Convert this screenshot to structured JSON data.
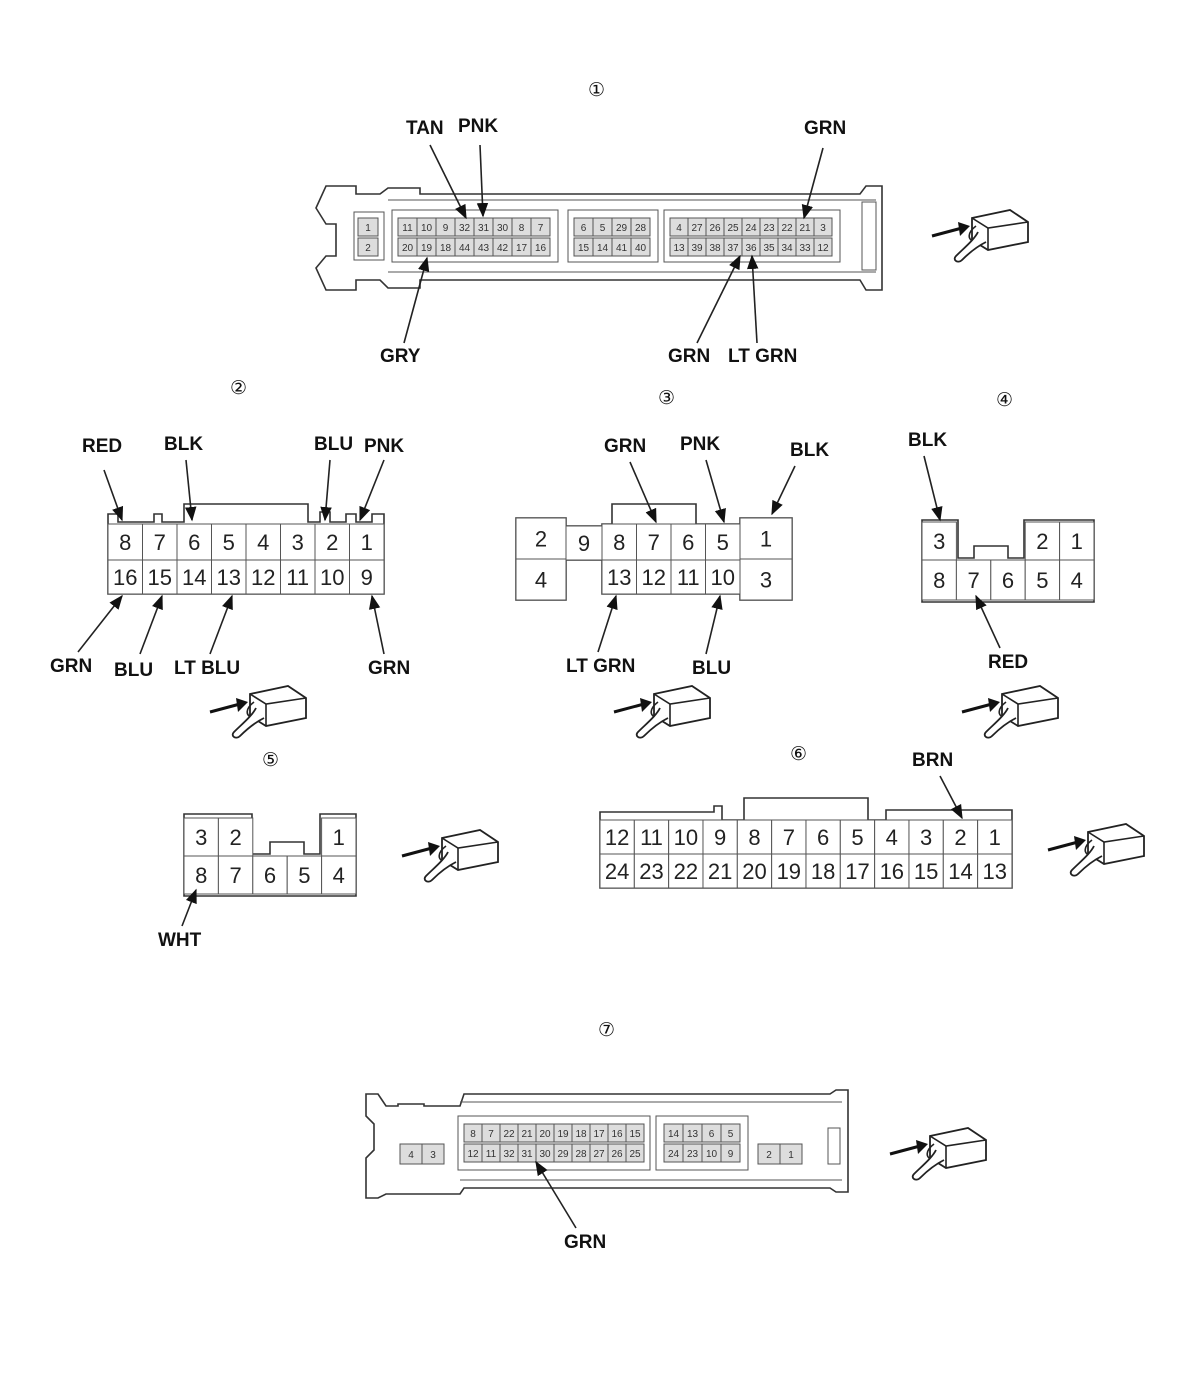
{
  "connectors": [
    {
      "id": "c1",
      "number": "①",
      "wires": [
        "TAN",
        "PNK",
        "GRN",
        "GRY",
        "GRN",
        "LT GRN"
      ],
      "pins": {
        "left": [
          [
            "1"
          ],
          [
            "2"
          ]
        ],
        "a_top": [
          "11",
          "10",
          "9",
          "32",
          "31",
          "30",
          "8",
          "7"
        ],
        "a_bot": [
          "20",
          "19",
          "18",
          "44",
          "43",
          "42",
          "17",
          "16"
        ],
        "b_top": [
          "6",
          "5",
          "29",
          "28"
        ],
        "b_bot": [
          "15",
          "14",
          "41",
          "40"
        ],
        "c_top": [
          "4",
          "27",
          "26",
          "25",
          "24",
          "23",
          "22",
          "21",
          "3"
        ],
        "c_bot": [
          "13",
          "39",
          "38",
          "37",
          "36",
          "35",
          "34",
          "33",
          "12"
        ]
      }
    },
    {
      "id": "c2",
      "number": "②",
      "wires": [
        "RED",
        "BLK",
        "BLU",
        "PNK",
        "GRN",
        "BLU",
        "LT BLU",
        "GRN"
      ],
      "pins": {
        "top": [
          "8",
          "7",
          "6",
          "5",
          "4",
          "3",
          "2",
          "1"
        ],
        "bot": [
          "16",
          "15",
          "14",
          "13",
          "12",
          "11",
          "10",
          "9"
        ]
      }
    },
    {
      "id": "c3",
      "number": "③",
      "wires": [
        "GRN",
        "PNK",
        "BLK",
        "LT GRN",
        "BLU"
      ],
      "pins": {
        "left_top": "2",
        "left_bot": "4",
        "mid_single": "9",
        "top": [
          "8",
          "7",
          "6",
          "5"
        ],
        "bot": [
          "13",
          "12",
          "11",
          "10"
        ],
        "right_top": "1",
        "right_bot": "3"
      }
    },
    {
      "id": "c4",
      "number": "④",
      "wires": [
        "BLK",
        "RED"
      ],
      "pins": {
        "top_left": [
          "3"
        ],
        "top_right": [
          "2",
          "1"
        ],
        "bot": [
          "8",
          "7",
          "6",
          "5",
          "4"
        ]
      }
    },
    {
      "id": "c5",
      "number": "⑤",
      "wires": [
        "WHT"
      ],
      "pins": {
        "top_left": [
          "3",
          "2"
        ],
        "top_right": [
          "1"
        ],
        "bot": [
          "8",
          "7",
          "6",
          "5",
          "4"
        ]
      }
    },
    {
      "id": "c6",
      "number": "⑥",
      "wires": [
        "BRN"
      ],
      "pins": {
        "top": [
          "12",
          "11",
          "10",
          "9",
          "8",
          "7",
          "6",
          "5",
          "4",
          "3",
          "2",
          "1"
        ],
        "bot": [
          "24",
          "23",
          "22",
          "21",
          "20",
          "19",
          "18",
          "17",
          "16",
          "15",
          "14",
          "13"
        ]
      }
    },
    {
      "id": "c7",
      "number": "⑦",
      "wires": [
        "GRN"
      ],
      "pins": {
        "left": [
          "4",
          "3"
        ],
        "a_top": [
          "8",
          "7",
          "22",
          "21",
          "20",
          "19",
          "18",
          "17",
          "16",
          "15"
        ],
        "a_bot": [
          "12",
          "11",
          "32",
          "31",
          "30",
          "29",
          "28",
          "27",
          "26",
          "25"
        ],
        "b_top": [
          "14",
          "13",
          "6",
          "5"
        ],
        "b_bot": [
          "24",
          "23",
          "10",
          "9"
        ],
        "right": [
          "2",
          "1"
        ]
      }
    }
  ],
  "icons": [
    "terminal-side-view-icon"
  ]
}
